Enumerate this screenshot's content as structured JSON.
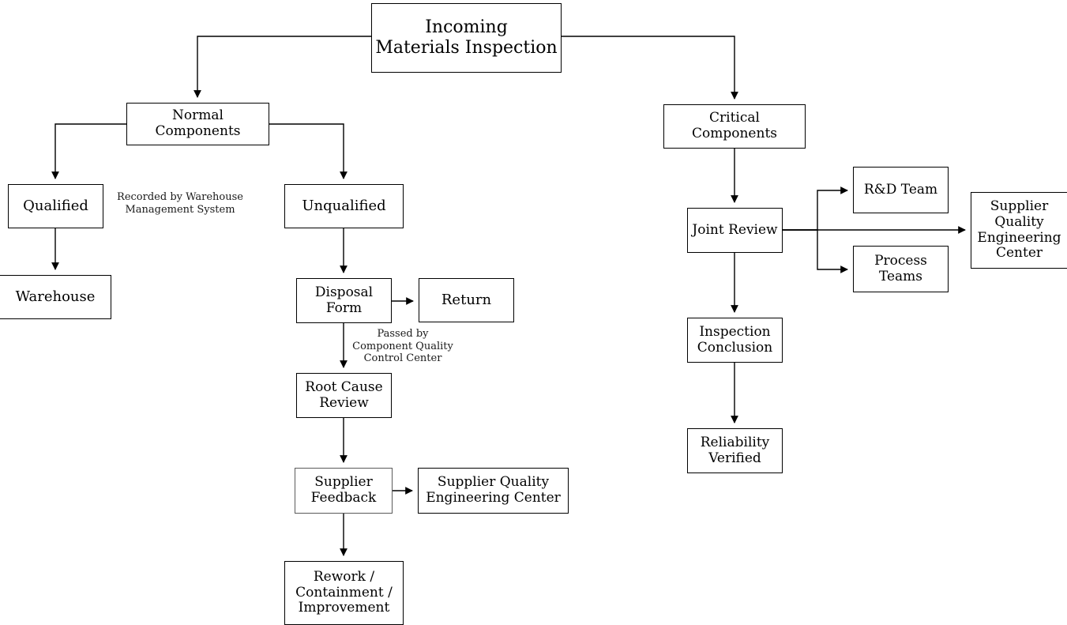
{
  "diagram": {
    "title_text": "Incoming\nMaterials Inspection",
    "background_color": "#ffffff",
    "line_color": "#000000",
    "text_color": "#000000",
    "nodes": {
      "incoming_materials_inspection": "Incoming\nMaterials Inspection",
      "normal_components": "Normal Components",
      "critical_components": "Critical Components",
      "qualified": "Qualified",
      "warehouse": "Warehouse",
      "unqualified": "Unqualified",
      "disposal_form": "Disposal\nForm",
      "return": "Return",
      "root_cause_review": "Root Cause\nReview",
      "supplier_feedback": "Supplier\nFeedback",
      "supplier_quality_engineering_center_mid": "Supplier Quality\nEngineering Center",
      "rework_containment_improvement": "Rework /\nContainment /\nImprovement",
      "joint_review": "Joint Review",
      "rd_team": "R&D Team",
      "process_teams": "Process\nTeams",
      "supplier_quality_engineering_center_right": "Supplier\nQuality\nEngineering\nCenter",
      "inspection_conclusion": "Inspection\nConclusion",
      "reliability_verified": "Reliability\nVerified"
    },
    "edge_labels": {
      "qualified_to_warehouse": "Recorded by Warehouse\nManagement System",
      "disposal_to_root_cause": "Passed by\nComponent Quality\nControl Center"
    }
  }
}
